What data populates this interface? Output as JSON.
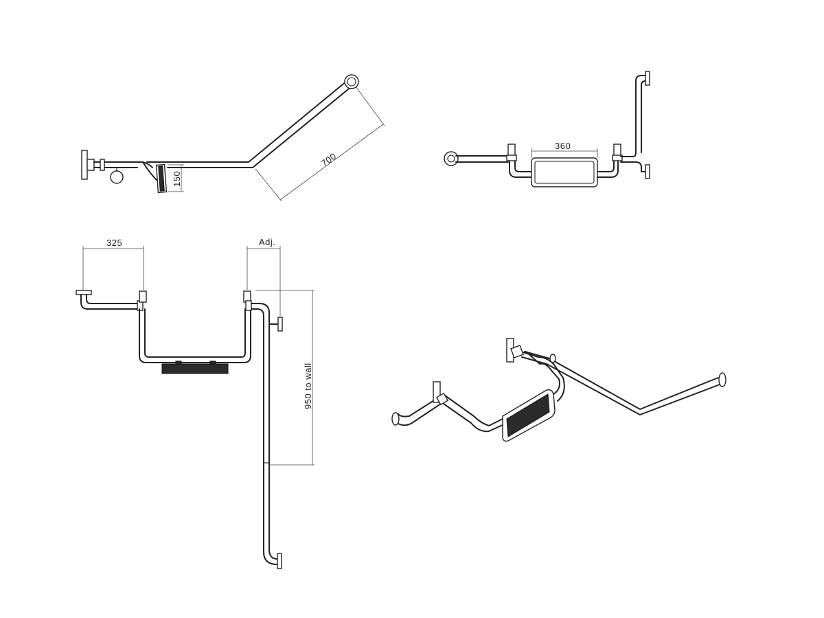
{
  "dimensions": {
    "angled_rail_length": "700",
    "wall_offset": "150",
    "backrest_width": "360",
    "front_rail_span": "325",
    "adjustable": "Adj.",
    "height_to_wall": "950 to wall"
  },
  "views": [
    "side-view",
    "front-view",
    "top-view",
    "isometric-view"
  ]
}
